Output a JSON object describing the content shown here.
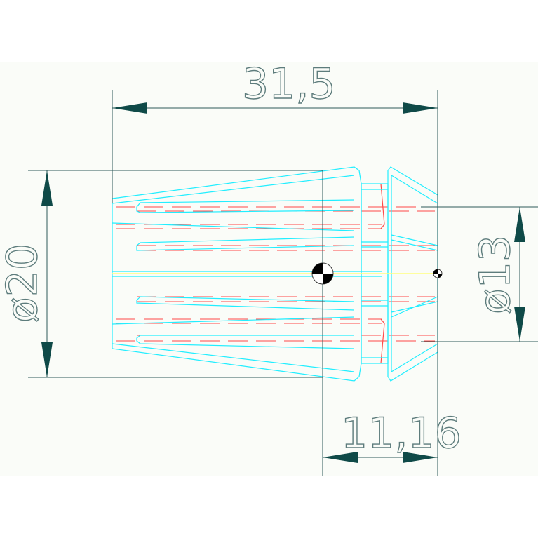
{
  "drawing": {
    "dimensions": {
      "overall_length": "31,5",
      "outer_diameter": "ø20",
      "head_diameter": "ø13",
      "head_length": "11,16"
    },
    "colors": {
      "dimension": "#2e5a5a",
      "outline": "#22eeff",
      "hidden": "#ff4848",
      "centerline": "#ffff80",
      "background": "#fafcf8"
    }
  }
}
